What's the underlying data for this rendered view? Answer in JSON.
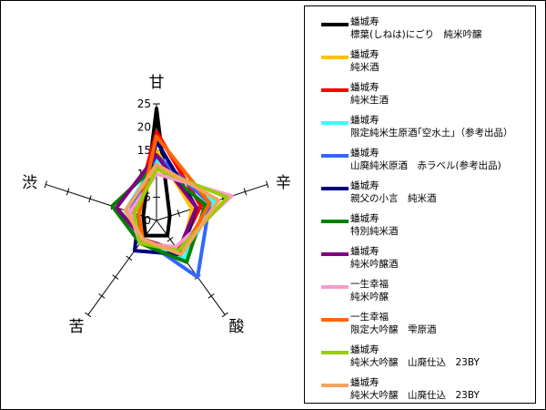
{
  "chart_data": {
    "type": "radar",
    "axes": [
      "甘",
      "辛",
      "酸",
      "苦",
      "渋"
    ],
    "scale": {
      "min": 0,
      "max": 25,
      "ticks": [
        "0",
        "5",
        "10",
        "15",
        "20",
        "25"
      ]
    },
    "series": [
      {
        "name_line1": "蟠城寿",
        "name_line2": "標葉(しねは)にごり　純米吟醸",
        "color": "#000000",
        "values": [
          24,
          3,
          4,
          4,
          3
        ]
      },
      {
        "name_line1": "蟠城寿",
        "name_line2": "純米酒",
        "color": "#FFC000",
        "values": [
          15,
          8,
          9,
          6,
          6
        ]
      },
      {
        "name_line1": "蟠城寿",
        "name_line2": "純米生酒",
        "color": "#FF0000",
        "values": [
          19,
          10,
          8,
          5,
          5
        ]
      },
      {
        "name_line1": "蟠城寿",
        "name_line2": "限定純米生原酒｢空水土｣（参考出品）",
        "color": "#33FFFF",
        "values": [
          13,
          13,
          10,
          6,
          7
        ]
      },
      {
        "name_line1": "蟠城寿",
        "name_line2": "山廃純米原酒　赤ラベル(参考出品)",
        "color": "#3366FF",
        "values": [
          14,
          12,
          15,
          5,
          6
        ]
      },
      {
        "name_line1": "蟠城寿",
        "name_line2": "親父の小言　純米酒",
        "color": "#000080",
        "values": [
          17,
          9,
          9,
          8,
          4
        ]
      },
      {
        "name_line1": "蟠城寿",
        "name_line2": "特別純米酒",
        "color": "#008000",
        "values": [
          12,
          11,
          11,
          6,
          10
        ]
      },
      {
        "name_line1": "蟠城寿",
        "name_line2": "純米吟醸酒",
        "color": "#800080",
        "values": [
          14,
          9,
          8,
          5,
          9
        ]
      },
      {
        "name_line1": "一生幸福",
        "name_line2": "純米吟醸",
        "color": "#FF99CC",
        "values": [
          10,
          17,
          7,
          6,
          6
        ]
      },
      {
        "name_line1": "一生幸福",
        "name_line2": "限定大吟醸　雫原酒",
        "color": "#FF6600",
        "values": [
          18,
          12,
          9,
          5,
          4
        ]
      },
      {
        "name_line1": "蟠城寿",
        "name_line2": "純米大吟醸　山廃仕込　23BY",
        "color": "#99CC00",
        "values": [
          11,
          16,
          8,
          6,
          5
        ]
      },
      {
        "name_line1": "蟠城寿",
        "name_line2": "純米大吟醸　山廃仕込　23BY",
        "color": "#F4A460",
        "values": [
          12,
          14,
          9,
          5,
          7
        ]
      }
    ]
  }
}
